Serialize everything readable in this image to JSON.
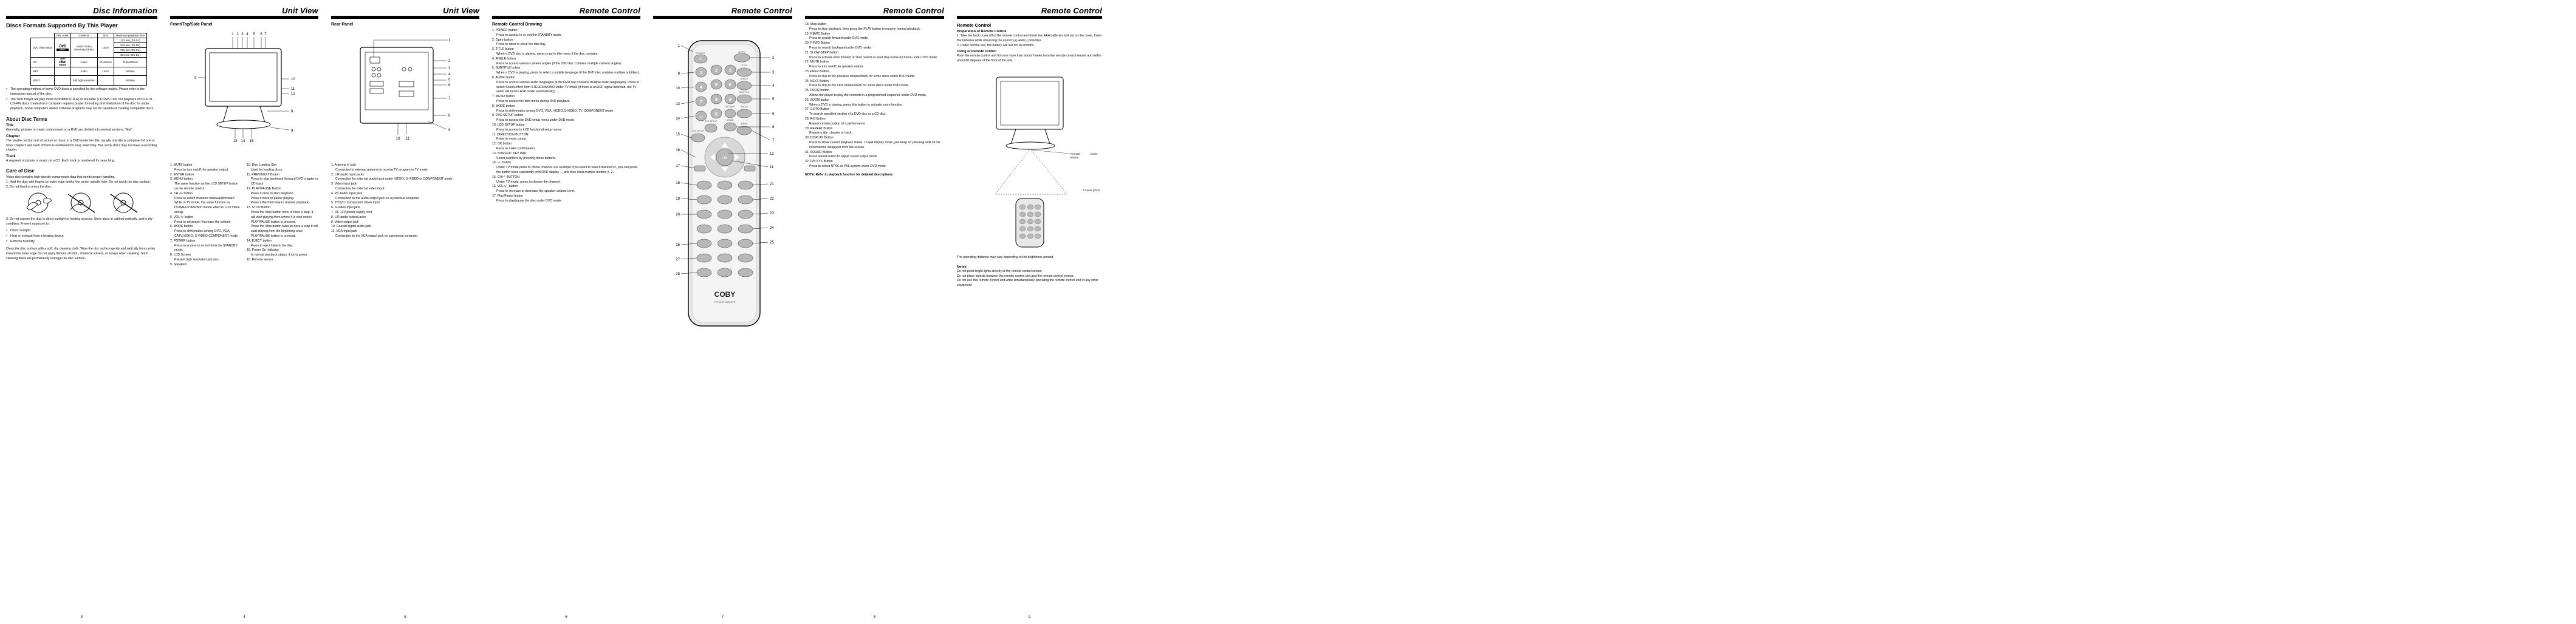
{
  "pages": {
    "p3": {
      "header": "Disc Information",
      "title": "Discs Formats Supported By This Player",
      "table": {
        "headers": [
          "",
          "Disc mark",
          "Contents",
          "Size",
          "Maximum playback time"
        ],
        "rows": [
          {
            "label": "DVD video discs",
            "mark": "DVD VIDEO",
            "contents": "Audio+Video (moving picture)",
            "size": "12cm",
            "times": [
              "133 min (SS-SL)",
              "242 min (SS-DL)",
              "266 min (DS-SL)",
              "484 min (DS-DL)"
            ]
          },
          {
            "label": "CD",
            "mark": "COMPACT disc DIGITAL AUDIO",
            "contents": "Audio",
            "size": "12cm/8cm",
            "times": [
              "74min/20min"
            ]
          },
          {
            "label": "MP3",
            "mark": "",
            "contents": "Audio",
            "size": "12cm",
            "times": [
              "600min"
            ]
          },
          {
            "label": "JPEG",
            "mark": "",
            "contents": "Still high resolution",
            "size": "",
            "times": [
              "600min"
            ]
          }
        ]
      },
      "bullets": [
        "The operating method of some DVD discs is specified by the software maker. Please refer to the instruction manual of the disc.",
        "The DVD Player will play most recordable (CD-R) or erasable (CD-RW) CDs, but playback of CD-R or CD-RW discs created on a computer requires proper formatting and finalization of the disc for audio playback. Some computers and/or software programs may not be capable of creating compatible discs."
      ],
      "about_title": "About Disc Terms",
      "terms": [
        {
          "h": "Title",
          "t": "Generally, pictures or music compressed on a DVD are divided into several sections, \"title\"."
        },
        {
          "h": "Chapter",
          "t": "The smaller section unit of picture or music in a DVD under the title, usually one title is comprised of one or more chapters and each of them is numbered for easy searching. But, some discs may not have a recording chapter."
        },
        {
          "h": "Track",
          "t": "A segment of picture or music on a CD. Each track is numbered for searching."
        }
      ],
      "care_title": "Care of Disc",
      "care_intro": "Video disc contains high-density compressed data that needs proper handling.",
      "care_list": [
        "1. Hold the disc with fingers by outer edge and/or the center spindle hole. Do not touch the disc surface.",
        "2. Do not bend or press the disc.",
        "3. Do not expose the disc to direct sunlight or heating sources. Store discs in cabinet vertically, and in dry condition. Prevent exposure to :"
      ],
      "care_bullets": [
        "Direct sunlight",
        "Heat or exhaust from a heating device",
        "Extreme humidity"
      ],
      "care_tail": "Clean the disc surface with a soft, dry cleaning cloth. Wipe the disc surface gently and radically from center toward the outer edge.Do not apply thinner, alcohol , chemical solvent, or sprays when cleaning. Such cleaning fluids will permanently damage the disc surface.",
      "page_number": "3"
    },
    "p4": {
      "header": "Unit View",
      "title": "Front/Top/Side Panel",
      "callouts_top": [
        "1",
        "2",
        "3",
        "4",
        "5",
        "6",
        "7"
      ],
      "callouts_right": [
        "10",
        "11",
        "12",
        "8",
        "9"
      ],
      "callouts_left": [
        "9"
      ],
      "callouts_bottom": [
        "13",
        "14",
        "15"
      ],
      "items_left": [
        {
          "n": "1.",
          "h": "MUTE button",
          "d": [
            "Press to turn on/off the speaker output."
          ]
        },
        {
          "n": "2.",
          "h": "ENTER button",
          "d": []
        },
        {
          "n": "3.",
          "h": "MENU button",
          "d": [
            "The same function as the LCD SETUP button on the remote control."
          ]
        },
        {
          "n": "4.",
          "h": "CH -/+ button",
          "d": [
            "Press to select channels  backward/forward",
            "While in TV mode, the same function  as DOWN/UP direction button when in LCD menu set up."
          ]
        },
        {
          "n": "5.",
          "h": "VOL-/+ button",
          "d": [
            "Press to decrease / increase the volume."
          ]
        },
        {
          "n": "6.",
          "h": "MODE button",
          "d": [
            "Press to shift modes among DVD, VGA, CATV,VIDEO, S-VIDEO,COMPONENT mode."
          ]
        },
        {
          "n": "7.",
          "h": "POWER button",
          "d": [
            "Press to access to or exit from the STANDBY mode."
          ]
        },
        {
          "n": "8.",
          "h": "LCD Screen",
          "d": [
            "Present high resolution pictures."
          ]
        },
        {
          "n": "9.",
          "h": "Speakers",
          "d": []
        }
      ],
      "items_right": [
        {
          "n": "10.",
          "h": "Disc Loading Slot",
          "d": [
            "Used for loading discs."
          ]
        },
        {
          "n": "11.",
          "h": "PREV/NEXT Button",
          "d": [
            "Press to skip backward /forward DVD chapter or CD track"
          ]
        },
        {
          "n": "12.",
          "h": "PLAY/PAUSE Button",
          "d": [
            "Press it once to start playback.",
            "Press it twice to pause playing.",
            "Press it the third time to resume playback."
          ]
        },
        {
          "n": "13.",
          "h": "STOP Button",
          "d": [
            "Press the Stop button once to have a stop. It will start playing from where it is stop onceo PLAY/PAUSE button is pressed.",
            "Press the Stop button twice to have a stop It will start playing from the beginning once PLAY/PAUSE button is pressed."
          ]
        },
        {
          "n": "14.",
          "h": "EJECT button",
          "d": [
            "Press to eject /take in the disc."
          ]
        },
        {
          "n": "15.",
          "h": "Power On Indicator",
          "d": [
            "In normal playback status, it turns green"
          ]
        },
        {
          "n": "16.",
          "h": "Remote sensor",
          "d": []
        }
      ],
      "page_number": "4"
    },
    "p5": {
      "header": "Unit View",
      "title": "Rear Panel",
      "callouts": [
        "1",
        "2",
        "3",
        "4",
        "5",
        "6",
        "7",
        "8",
        "9",
        "10",
        "11"
      ],
      "items": [
        {
          "n": "1.",
          "h": "Antenna in jack",
          "d": [
            "Connected to external antenna to receive TV program in TV mode."
          ]
        },
        {
          "n": "2.",
          "h": "L/R audio input jacks",
          "d": [
            "Connection for external audio input under VIDEO, S-VIDEO or COMPONENT mode."
          ]
        },
        {
          "n": "3.",
          "h": "Video input jack",
          "d": [
            "Connection for external video input."
          ]
        },
        {
          "n": "4.",
          "h": "PC Audio Input jack",
          "d": [
            "Connection to the audio output jack on a personal computer."
          ]
        },
        {
          "n": "5.",
          "h": "Y/Cb/Cr Component Video Input",
          "d": []
        },
        {
          "n": "6.",
          "h": "S-Video input jack",
          "d": []
        },
        {
          "n": "7.",
          "h": "DC 12V power supply cord",
          "d": []
        },
        {
          "n": "8.",
          "h": "L/R audio output jacks",
          "d": []
        },
        {
          "n": "9.",
          "h": "Video output jack",
          "d": []
        },
        {
          "n": "10.",
          "h": "Coaxial digital audio jack",
          "d": []
        },
        {
          "n": "11.",
          "h": "VGA Input jack",
          "d": [
            "Connection to the VGA output jack on a personal computer."
          ]
        }
      ],
      "page_number": "5"
    },
    "p6": {
      "header": "Remote Control",
      "title": "Remote Control Drawing",
      "items": [
        {
          "n": "1.",
          "h": "POWER button",
          "d": [
            "Press to access to or exit the STANDBY mode."
          ]
        },
        {
          "n": "2.",
          "h": "Open button",
          "d": [
            "Press to open or close the disc tray."
          ]
        },
        {
          "n": "3.",
          "h": "TITLE button",
          "d": [
            "When a DVD disc is playing, press to go to title menu if the disc contains."
          ]
        },
        {
          "n": "4.",
          "h": "ANGLE button",
          "d": [
            "Press to access various camera angles (if the DVD disc contains multiple camera angles)."
          ]
        },
        {
          "n": "5.",
          "h": "SUBTITLE button",
          "d": [
            "When a DVD is playing, press to select a subtitle language (if the DVD disc contains multiple subtitles)."
          ]
        },
        {
          "n": "6.",
          "h": "AUDIO button",
          "d": [
            "Press to access various audio languages (if the DVD disc contains multiple audio languages). Press to select Sound effect from STEREO/MONO under TV mode (if there is an ASP signal detected, the TV audio will turn to ASP mode automatically)"
          ]
        },
        {
          "n": "7.",
          "h": "MENU button",
          "d": [
            "Press to access the disc menu during DVD playback."
          ]
        },
        {
          "n": "8.",
          "h": "MODE button",
          "d": [
            "Press to shift modes among DVD, VGA, VIDEO,S-VIDEO,  TV, COMPONENT mode."
          ]
        },
        {
          "n": "9.",
          "h": "DVD SETUP button",
          "d": [
            "Press to access the DVD setup menu under DVD mode."
          ]
        },
        {
          "n": "10.",
          "h": "LCD SETUP button",
          "d": [
            "Press to access to LCD functional setup menu."
          ]
        },
        {
          "n": "11.",
          "h": "DIRECTION BUTTON",
          "d": [
            "Press to move cursor."
          ]
        },
        {
          "n": "12.",
          "h": "OK button",
          "d": [
            "Press to make confirmation"
          ]
        },
        {
          "n": "13.",
          "h": "NUMERIC KEY PAD",
          "d": [
            "Select numbers by pressing these buttons."
          ]
        },
        {
          "n": "14.",
          "h": "-/-- button",
          "d": [
            "Under TV mode press to chose channel. For example if you want to select channel 52, you can press the button twice repeatedly until OSD display --, and then input number buttons 5, 2."
          ]
        },
        {
          "n": "15.",
          "h": "CH+/- BUTTON",
          "d": [
            "Under TV mode, press to choose the channel."
          ]
        },
        {
          "n": "16.",
          "h": "VOL+/_ button",
          "d": [
            "Press to increase or decrease the speaker volume level."
          ]
        },
        {
          "n": "17.",
          "h": "Play/Pause button",
          "d": [
            "Press to play/pause the disc under DVD mode."
          ]
        }
      ],
      "page_number": "6"
    },
    "p7": {
      "header": "Remote Control",
      "remote_label": "COBY",
      "remote_sub": "TFT-DVD REMOTE",
      "callouts_left": [
        "1",
        "9",
        "10",
        "13",
        "14",
        "15",
        "16",
        "17",
        "18",
        "19",
        "20",
        "26",
        "27",
        "28"
      ],
      "callouts_right": [
        "2",
        "3",
        "4",
        "5",
        "6",
        "8",
        "7",
        "12",
        "11",
        "21",
        "22",
        "23",
        "24",
        "25"
      ],
      "buttons": [
        "POWER",
        "OPEN",
        "TITLE",
        "ANGLE",
        "SUBTITLE",
        "AUDIO",
        "RETURN",
        "MODE",
        "DVD SETUP",
        "LCD SETUP",
        "MENU",
        "OK"
      ],
      "page_number": "7"
    },
    "p8": {
      "header": "Remote Control",
      "items": [
        {
          "n": "18.",
          "h": "Stop button",
          "d": [
            "Press to stop playback, then press the PLAY button to resume normal playback."
          ]
        },
        {
          "n": "19.",
          "h": "F.BWD Button",
          "d": [
            "Press to search forward under DVD mode."
          ]
        },
        {
          "n": "20.",
          "h": "F.FWD Button",
          "d": [
            "Press to search backward under DVD mode."
          ]
        },
        {
          "n": "21.",
          "h": "SLOW-STEP button",
          "d": [
            "Press to activate slow forward or slow rewind or start step frame by frame under DVD mode."
          ]
        },
        {
          "n": "22.",
          "h": "MUTE button",
          "d": [
            "Press to turn on/off the speaker output."
          ]
        },
        {
          "n": "23.",
          "h": "PREV Button",
          "d": [
            "Press to skip to the previous chapter/track for some discs under DVD mode."
          ]
        },
        {
          "n": "24.",
          "h": "NEXT Button",
          "d": [
            "Press to skip to the next chapter/track for some discs under DVD mode."
          ]
        },
        {
          "n": "25.",
          "h": "PROG button",
          "d": [
            "Allows the player to play the contents in a programmed sequence under DVD mode."
          ]
        },
        {
          "n": "26.",
          "h": "ZOOM button",
          "d": [
            "When a DVD is playing, press this button to activate zoom funciton."
          ]
        },
        {
          "n": "27.",
          "h": "GOTO Button",
          "d": [
            "To search specified section of a DVD disc or a CD disc."
          ]
        },
        {
          "n": "28.",
          "h": "A-B Button",
          "d": [
            "Repeat certain portion of a performance"
          ]
        },
        {
          "n": "29.",
          "h": "REPEAT Button",
          "d": [
            "Repeat a title ,chapter or track ."
          ]
        },
        {
          "n": "30.",
          "h": "DISPLAY Button",
          "d": [
            "Press to show current playback status. To quit display mode, just keep on pressing until all the informations disappear from the screen."
          ]
        },
        {
          "n": "31.",
          "h": "SOUND Button",
          "d": [
            "Press sound button to adjust sound output mode"
          ]
        },
        {
          "n": "32.",
          "h": "P/N.SYS Button",
          "d": [
            "Press to select NTSC or PAL system under DVD mode."
          ]
        }
      ],
      "note": "NOTE: Refer to playback function for detailed descriptions.",
      "page_number": "8"
    },
    "p9": {
      "header": "Remote Control",
      "title": "Remote Control",
      "prep_title": "Preparation of Remote Control",
      "prep_items": [
        "1. Take the back cover off of the remote control and insert two AAA batteries and put on the  cover. Insert  the batteries while observing the correct (+) and (-) polarities.",
        "2. Under normal use, the battery will last for six months."
      ],
      "use_title": "Using of Remote control",
      "use_text": "Point the remote control unit from no more than about 7meter from the remote control sensor and within about 60 degrees of the front of the unit.",
      "fig_labels": [
        "Remote",
        "sensor",
        "Active",
        "7 meter (23 feet)"
      ],
      "distance_note": "The operating distance may vary depending to the brightness around.",
      "notes_title": "Notes:",
      "notes": [
        "Do not point bright lights directly at the remote control sensor.",
        "Do not place objects between the remote control unit and the remote control sensor.",
        "Do not use this remote control unit while simultaneously operating the remote control unit of any other equipment."
      ],
      "page_number": "9"
    }
  }
}
